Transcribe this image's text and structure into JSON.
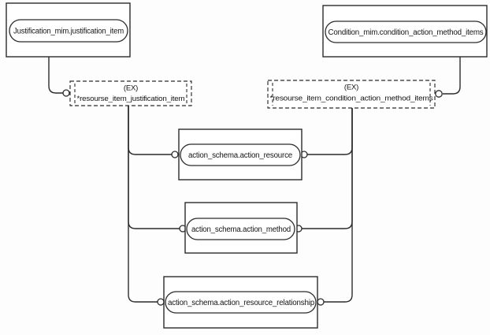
{
  "figure": {
    "type": "express-g-schema-diagram",
    "colors": {
      "background": "#fdfdfd",
      "line": "#2b2b2b",
      "text": "#141414"
    },
    "nodes": {
      "justification": {
        "label": "Justification_mim.justification_item"
      },
      "condition_items": {
        "label": "Condition_mim.condition_action_method_items"
      },
      "ref_justification": {
        "ex_tag": "(EX)",
        "label": "*resourse_item_justification_item"
      },
      "ref_condition": {
        "ex_tag": "(EX)",
        "label": "*resourse_item_condition_action_method_items"
      },
      "action_resource": {
        "label": "action_schema.action_resource"
      },
      "action_method": {
        "label": "action_schema.action_method"
      },
      "action_resource_relationship": {
        "label": "action_schema.action_resource_relationship"
      }
    }
  }
}
